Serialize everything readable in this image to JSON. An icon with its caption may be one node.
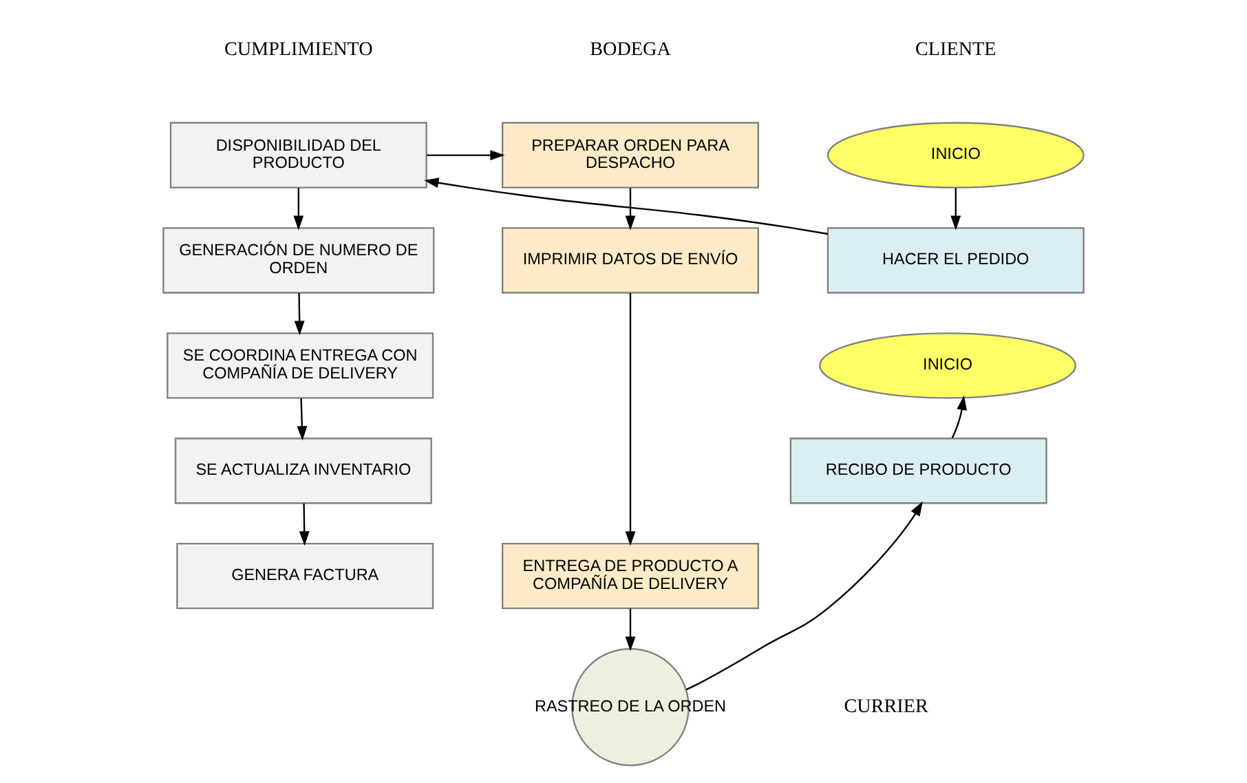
{
  "diagram": {
    "nodes": [
      {
        "text": [
          "INICIO"
        ]
      },
      {
        "text": [
          "HACER EL PEDIDO"
        ]
      },
      {
        "text": [
          "DISPONIBILIDAD DEL PRODUCTO"
        ]
      },
      {
        "text": [
          "GENERACIÓN DE NUMERO DE ORDEN"
        ]
      },
      {
        "text": [
          "SE COORDINA ENTREGA CON COMPAÑÍA DE DELIVERY"
        ]
      },
      {
        "text": [
          "SE ACTUALIZA INVENTARIO"
        ]
      },
      {
        "text": [
          "GENERA FACTURA"
        ]
      },
      {
        "text": [
          "PREPARAR ORDEN PARA DESPACHO"
        ]
      },
      {
        "text": [
          "IMPRIMIR DATOS DE ENVÍO"
        ]
      },
      {
        "text": [
          "ENTREGA DE PRODUCTO A COMPAÑÍA DE DELIVERY"
        ]
      },
      {
        "text": [
          "INICIO"
        ]
      },
      {
        "text": [
          "RECIBO DE PRODUCTO"
        ]
      },
      {
        "text": [
          "RASTREO DE LA ORDEN"
        ]
      }
    ],
    "edges": [
      {
        "from": 0,
        "to": 1,
        "arrow": "to"
      },
      {
        "from": 1,
        "to": 2,
        "arrow": "to"
      },
      {
        "from": 2,
        "to": 3,
        "arrow": "to"
      },
      {
        "from": 3,
        "to": 4,
        "arrow": "to"
      },
      {
        "from": 4,
        "to": 5,
        "arrow": "to"
      },
      {
        "from": 5,
        "to": 6,
        "arrow": "to"
      },
      {
        "from": 2,
        "to": 7,
        "arrow": "to"
      },
      {
        "from": 7,
        "to": 8,
        "arrow": "to"
      },
      {
        "from": 8,
        "to": 9,
        "arrow": "to"
      },
      {
        "from": 9,
        "to": 12,
        "arrow": "to"
      },
      {
        "from": 12,
        "to": 11,
        "arrow": "to"
      },
      {
        "from": 11,
        "to": 10,
        "arrow": "to"
      }
    ],
    "labels": [
      "CLIENTE",
      "CUMPLIMIENTO",
      "BODEGA",
      "CURRIER"
    ]
  }
}
